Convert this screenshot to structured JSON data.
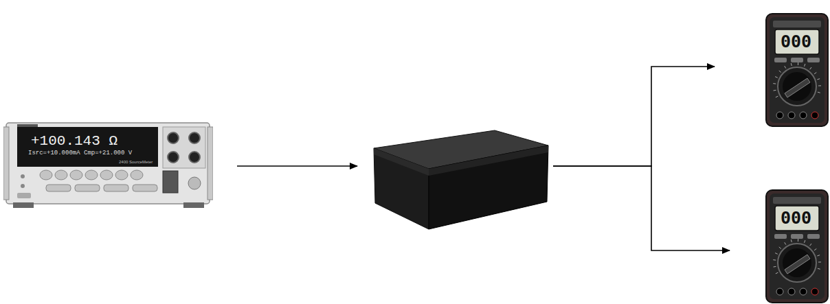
{
  "diagram": {
    "nodes": [
      {
        "text": [
          "+100.143 Ω",
          "Isrc=+10.000mA Cmp=+21.000 V",
          "2400 SourceMeter"
        ]
      },
      {
        "text": []
      },
      {
        "text": [
          "000"
        ]
      },
      {
        "text": [
          "000"
        ]
      }
    ],
    "edges": [
      {
        "from": 0,
        "to": 1,
        "arrow": "to"
      },
      {
        "from": 1,
        "to": 2,
        "arrow": "to"
      },
      {
        "from": 1,
        "to": 3,
        "arrow": "to"
      }
    ]
  }
}
